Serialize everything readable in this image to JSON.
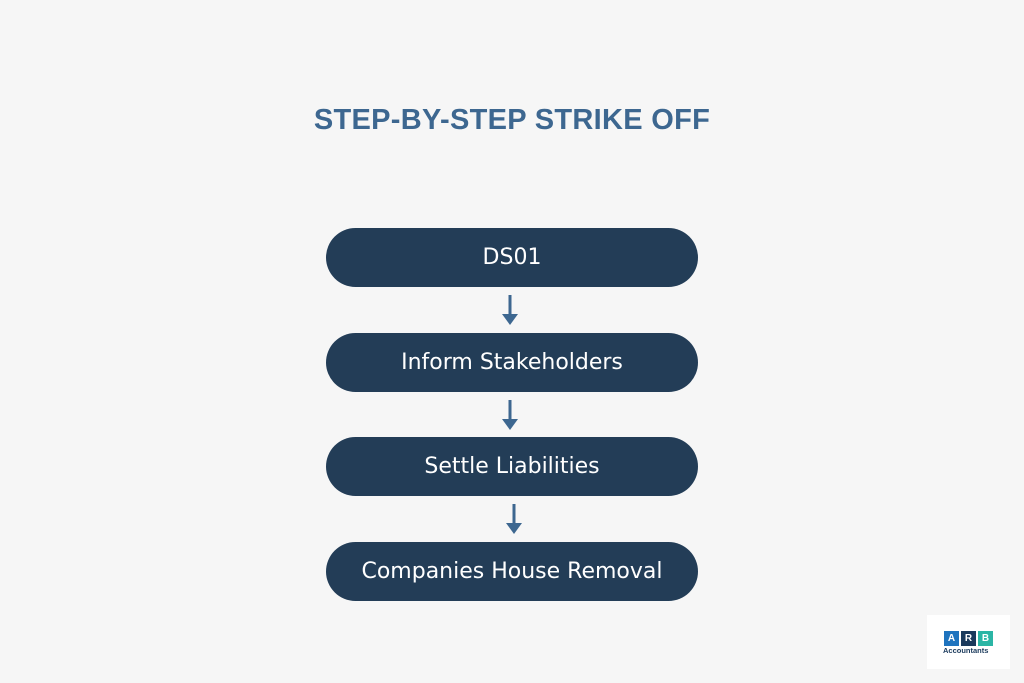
{
  "diagram": {
    "title": "STEP-BY-STEP STRIKE OFF",
    "steps": [
      {
        "label": "DS01"
      },
      {
        "label": "Inform Stakeholders"
      },
      {
        "label": "Settle Liabilities"
      },
      {
        "label": "Companies House Removal"
      }
    ]
  },
  "logo": {
    "letters": [
      "A",
      "R",
      "B"
    ],
    "text": "Accountants",
    "box_colors": [
      "#1e73be",
      "#1b3a5c",
      "#2bb5a5"
    ]
  },
  "colors": {
    "background": "#f6f6f6",
    "title": "#3d6790",
    "step_fill": "#233d57",
    "step_text": "#ffffff",
    "arrow": "#3d6790"
  }
}
